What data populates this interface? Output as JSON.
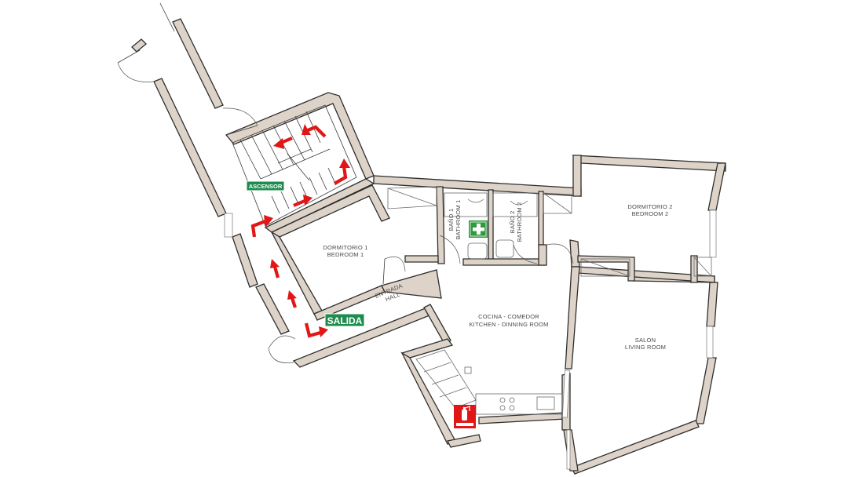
{
  "rooms": {
    "bedroom1": {
      "es": "DORMITORIO 1",
      "en": "BEDROOM 1"
    },
    "bedroom2": {
      "es": "DORMITORIO 2",
      "en": "BEDROOM 2"
    },
    "bath1": {
      "es": "BAÑO 1",
      "en": "BATHROOM 1"
    },
    "bath2": {
      "es": "BAÑO 2",
      "en": "BATHROOM 2"
    },
    "hall": {
      "es": "ENTRADA",
      "en": "HALL"
    },
    "kitchen": {
      "es": "COCINA - COMEDOR",
      "en": "KITCHEN - DINNING ROOM"
    },
    "living": {
      "es": "SALON",
      "en": "LIVING ROOM"
    }
  },
  "signs": {
    "elevator": {
      "text": "ASCENSOR",
      "color": "#1e8c4e"
    },
    "exit": {
      "text": "SALIDA",
      "color": "#1e8c4e"
    },
    "first_aid": {
      "icon": "first-aid-cross-icon",
      "color": "#2e9a3e"
    },
    "extinguisher": {
      "icon": "fire-extinguisher-icon",
      "color": "#e01717"
    }
  },
  "colors": {
    "wall_fill": "#ddd3c8",
    "evacuation_arrow": "#e01717"
  }
}
